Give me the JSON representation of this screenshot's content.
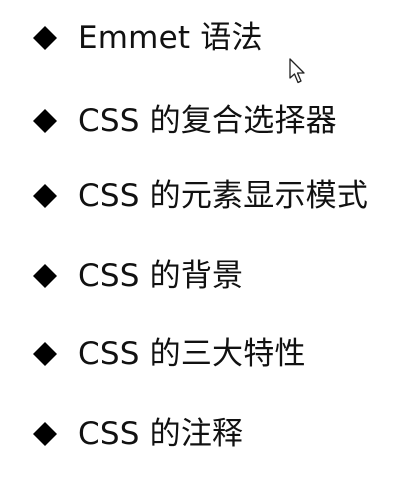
{
  "slide": {
    "items": [
      {
        "label": "Emmet 语法",
        "bullet_icon": "diamond-bullet-icon"
      },
      {
        "label": "CSS 的复合选择器",
        "bullet_icon": "diamond-bullet-icon"
      },
      {
        "label": "CSS 的元素显示模式",
        "bullet_icon": "diamond-bullet-icon"
      },
      {
        "label": "CSS 的背景",
        "bullet_icon": "diamond-bullet-icon"
      },
      {
        "label": "CSS 的三大特性",
        "bullet_icon": "diamond-bullet-icon"
      },
      {
        "label": "CSS 的注释",
        "bullet_icon": "diamond-bullet-icon"
      }
    ]
  },
  "colors": {
    "background": "#ffffff",
    "text": "#111111",
    "bullet": "#000000"
  },
  "cursor": {
    "icon": "mouse-pointer-icon"
  }
}
